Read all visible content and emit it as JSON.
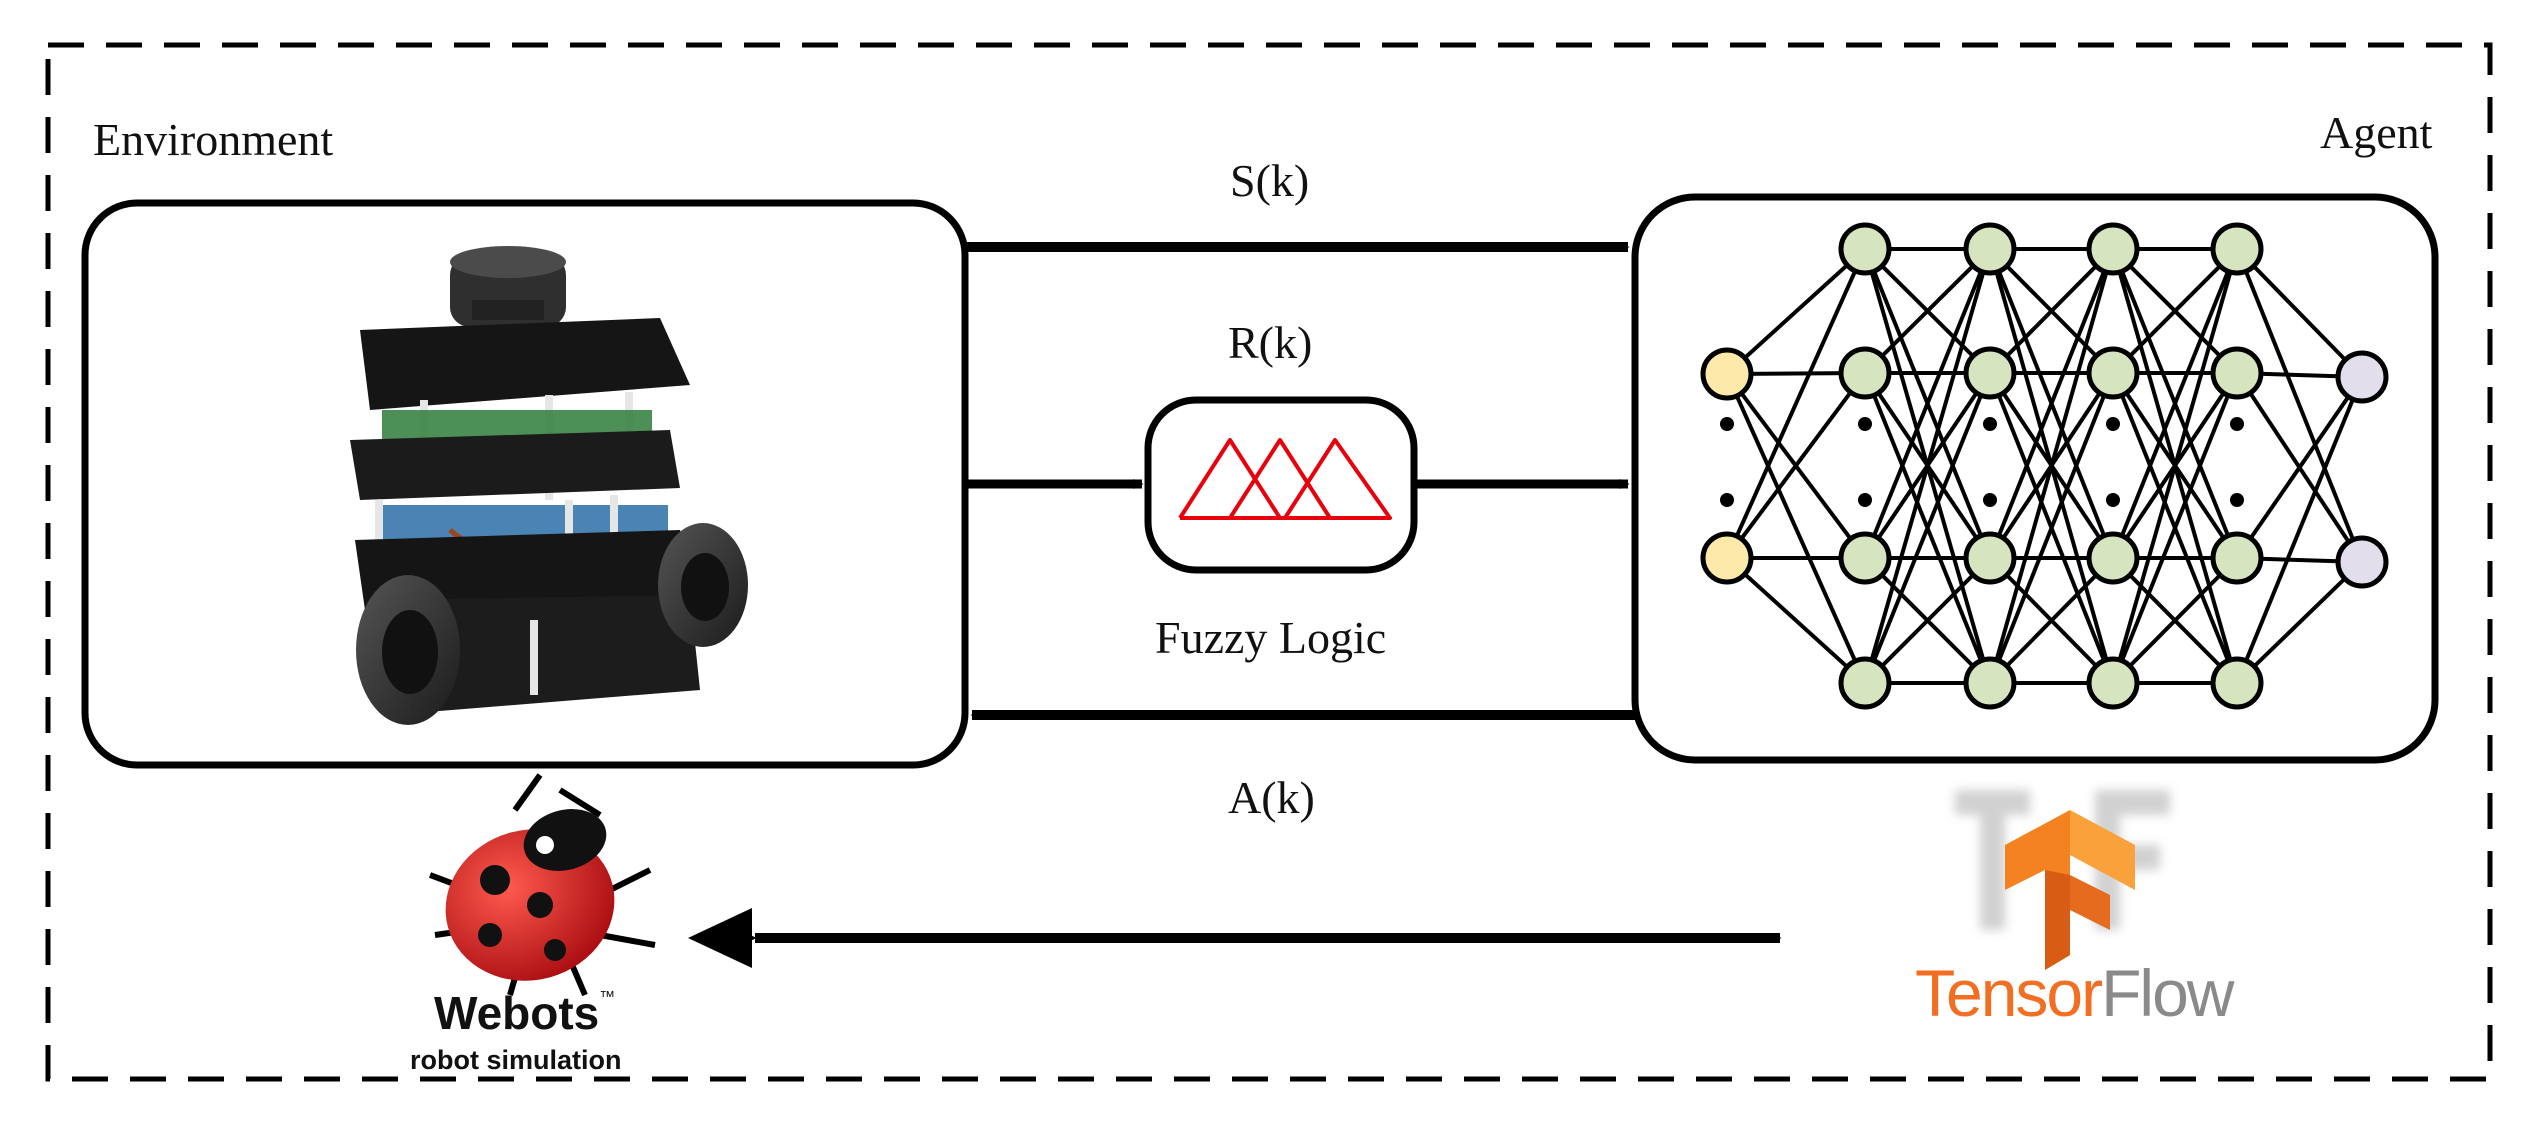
{
  "labels": {
    "environment": "Environment",
    "agent": "Agent",
    "state": "S(k)",
    "reward": "R(k)",
    "fuzzy": "Fuzzy Logic",
    "action": "A(k)"
  },
  "logos": {
    "webots_name": "Webots",
    "webots_tm": "™",
    "webots_tagline": "robot simulation",
    "tensorflow_part1": "Tensor",
    "tensorflow_part2": "Flow"
  },
  "icons": {
    "robot": "turtlebot-robot-icon",
    "fuzzy": "fuzzy-membership-triangles-icon",
    "network": "neural-network-icon",
    "webots": "ladybug-logo-icon",
    "tensorflow": "tensorflow-logo-icon"
  },
  "colors": {
    "stroke": "#000000",
    "fuzzy_triangles": "#e8000b",
    "input_node": "#fde9a9",
    "hidden_node": "#d6e4bf",
    "output_node": "#e2deec",
    "tensorflow_orange": "#f26e22",
    "tensorflow_gray": "#8a8a8a",
    "ladybug_red": "#d8141a"
  }
}
